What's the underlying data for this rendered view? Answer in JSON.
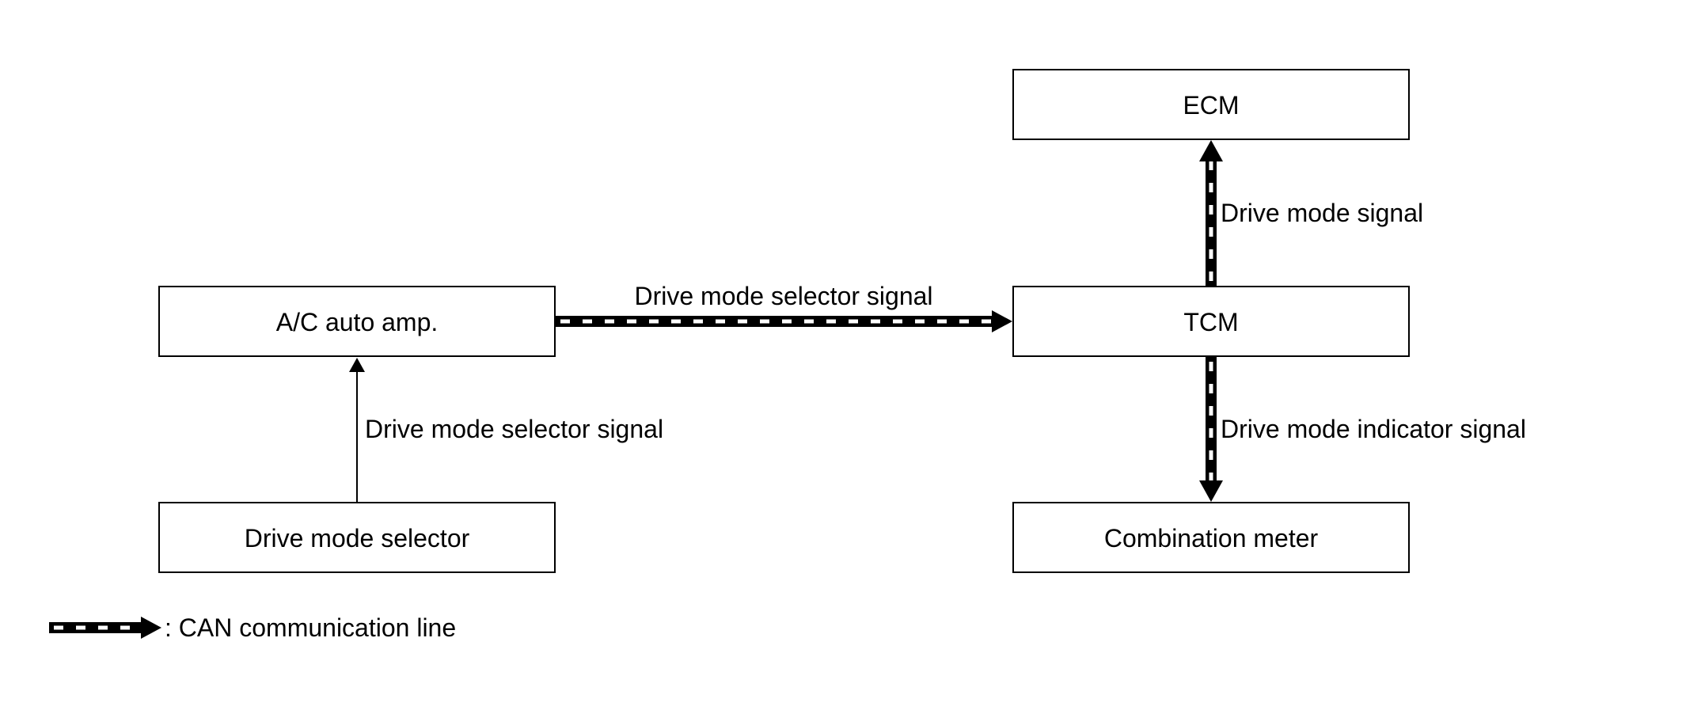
{
  "boxes": {
    "ac_auto_amp": "A/C auto amp.",
    "drive_mode_selector": "Drive mode selector",
    "ecm": "ECM",
    "tcm": "TCM",
    "combination_meter": "Combination meter"
  },
  "signals": {
    "selector_to_ac": "Drive mode selector signal",
    "ac_to_tcm": "Drive mode selector signal",
    "tcm_to_ecm": "Drive mode signal",
    "tcm_to_meter": "Drive mode indicator signal"
  },
  "legend": {
    "can_line": ": CAN communication line"
  }
}
